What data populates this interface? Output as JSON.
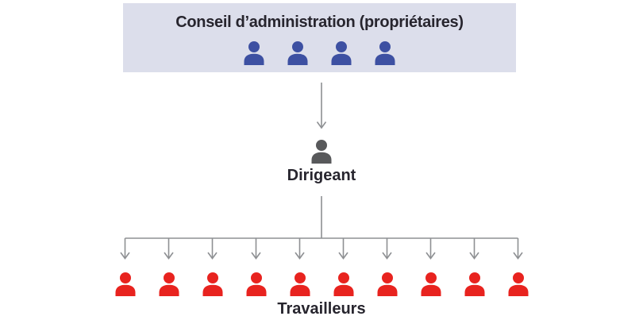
{
  "board": {
    "title": "Conseil d’administration (propriétaires)",
    "member_count": 4,
    "icon": "person-icon",
    "icon_color": "#3d50a2"
  },
  "manager": {
    "label": "Dirigeant",
    "icon": "person-icon",
    "icon_color": "#58595b"
  },
  "workers": {
    "label": "Travailleurs",
    "count": 10,
    "icon": "person-icon",
    "icon_color": "#e8231f"
  },
  "colors": {
    "board_box_bg": "#dcdeeb",
    "connector": "#8e9093",
    "text": "#27252e"
  }
}
